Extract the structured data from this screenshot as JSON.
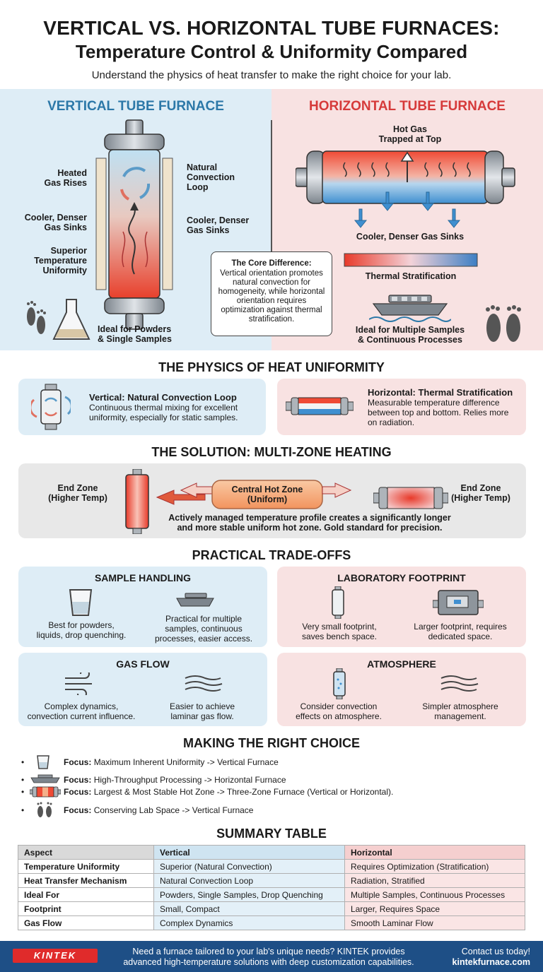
{
  "header": {
    "title_line1": "VERTICAL VS. HORIZONTAL TUBE FURNACES:",
    "title_line2": "Temperature Control & Uniformity Compared",
    "subtitle": "Understand the physics of heat transfer to make the right choice for your lab."
  },
  "vertical_panel": {
    "heading": "VERTICAL TUBE FURNACE",
    "heated_gas": "Heated\nGas Rises",
    "convection_loop": "Natural\nConvection\nLoop",
    "cooler_left": "Cooler, Denser\nGas Sinks",
    "cooler_right": "Cooler, Denser\nGas Sinks",
    "superior": "Superior\nTemperature\nUniformity",
    "ideal": "Ideal for Powders\n& Single Samples"
  },
  "horizontal_panel": {
    "heading": "HORIZONTAL TUBE FURNACE",
    "hot_gas": "Hot Gas\nTrapped at Top",
    "cooler": "Cooler, Denser Gas Sinks",
    "stratification": "Thermal Stratification",
    "ideal": "Ideal for Multiple Samples\n& Continuous Processes"
  },
  "core_difference": {
    "title": "The Core Difference:",
    "text": "Vertical orientation promotes natural convection for homogeneity, while horizontal orientation requires optimization against thermal stratification."
  },
  "physics": {
    "title": "THE PHYSICS OF HEAT UNIFORMITY",
    "vertical_title": "Vertical: Natural Convection Loop",
    "vertical_text": "Continuous thermal mixing for excellent uniformity, especially for static samples.",
    "horizontal_title": "Horizontal: Thermal Stratification",
    "horizontal_text": "Measurable temperature difference between top and bottom. Relies more on radiation."
  },
  "multizone": {
    "title": "THE SOLUTION: MULTI-ZONE HEATING",
    "end_zone_left": "End Zone\n(Higher Temp)",
    "central": "Central Hot Zone\n(Uniform)",
    "end_zone_right": "End Zone\n(Higher Temp)",
    "text": "Actively managed temperature profile creates a significantly longer and more stable uniform hot zone. Gold standard for precision."
  },
  "tradeoffs": {
    "title": "PRACTICAL TRADE-OFFS",
    "sample_handling": {
      "title": "SAMPLE HANDLING",
      "left": "Best for powders,\nliquids, drop quenching.",
      "right": "Practical for multiple\nsamples, continuous\nprocesses, easier access."
    },
    "footprint": {
      "title": "LABORATORY FOOTPRINT",
      "left": "Very small footprint,\nsaves bench space.",
      "right": "Larger footprint, requires\ndedicated space."
    },
    "gas_flow": {
      "title": "GAS FLOW",
      "left": "Complex dynamics,\nconvection current influence.",
      "right": "Easier to achieve\nlaminar gas flow."
    },
    "atmosphere": {
      "title": "ATMOSPHERE",
      "left": "Consider convection\neffects on atmosphere.",
      "right": "Simpler atmosphere\nmanagement."
    }
  },
  "choice": {
    "title": "MAKING THE RIGHT CHOICE",
    "focus_label": "Focus:",
    "items": [
      "Maximum Inherent Uniformity -> Vertical Furnace",
      "High-Throughput Processing -> Horizontal Furnace",
      "Largest & Most Stable Hot Zone -> Three-Zone Furnace (Vertical or Horizontal).",
      "Conserving Lab Space -> Vertical Furnace"
    ]
  },
  "summary": {
    "title": "SUMMARY TABLE",
    "headers": [
      "Aspect",
      "Vertical",
      "Horizontal"
    ],
    "rows": [
      [
        "Temperature Uniformity",
        "Superior (Natural Convection)",
        "Requires Optimization (Stratification)"
      ],
      [
        "Heat Transfer Mechanism",
        "Natural Convection Loop",
        "Radiation, Stratified"
      ],
      [
        "Ideal For",
        "Powders, Single Samples, Drop Quenching",
        "Multiple Samples, Continuous Processes"
      ],
      [
        "Footprint",
        "Small, Compact",
        "Larger, Requires Space"
      ],
      [
        "Gas Flow",
        "Complex Dynamics",
        "Smooth Laminar Flow"
      ]
    ]
  },
  "footer": {
    "logo": "KINTEK",
    "text": "Need a furnace tailored to your lab's unique needs? KINTEK provides advanced high-temperature solutions with deep customization capabilities.",
    "cta": "Contact us today!",
    "url": "kintekfurnace.com"
  },
  "colors": {
    "vertical_blue": "#2c78a8",
    "horizontal_red": "#d63a3a",
    "footer_navy": "#1e4f86"
  }
}
